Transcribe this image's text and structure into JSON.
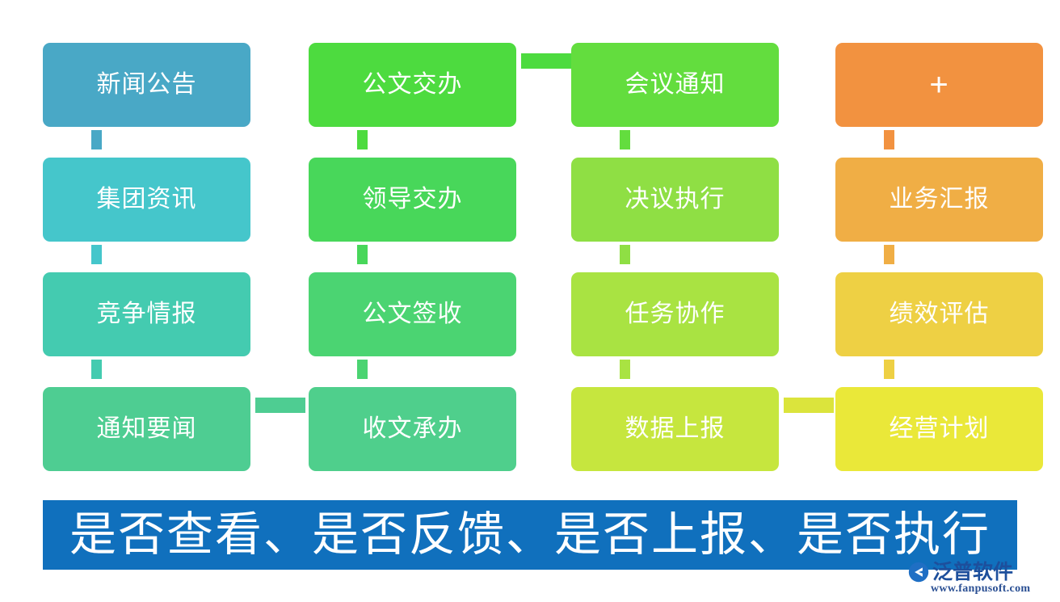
{
  "diagram": {
    "title_banner": {
      "text": "是否查看、是否反馈、是否上报、是否执行",
      "background": "#1070bd",
      "text_color": "#ffffff"
    },
    "grid": {
      "rows": 4,
      "columns": 4
    },
    "columns": [
      {
        "name": "news-column",
        "cards": [
          {
            "label": "新闻公告",
            "color": "#49a8c6"
          },
          {
            "label": "集团资讯",
            "color": "#45c6cb"
          },
          {
            "label": "竞争情报",
            "color": "#44cbb0"
          },
          {
            "label": "通知要闻",
            "color": "#4ecd92"
          }
        ]
      },
      {
        "name": "document-column",
        "cards": [
          {
            "label": "公文交办",
            "color": "#4ddb3f"
          },
          {
            "label": "领导交办",
            "color": "#48d75a"
          },
          {
            "label": "公文签收",
            "color": "#4bd472"
          },
          {
            "label": "收文承办",
            "color": "#4fcf8c"
          }
        ]
      },
      {
        "name": "meeting-column",
        "cards": [
          {
            "label": "会议通知",
            "color": "#63dd3e"
          },
          {
            "label": "决议执行",
            "color": "#8fdf44"
          },
          {
            "label": "任务协作",
            "color": "#a9e342"
          },
          {
            "label": "数据上报",
            "color": "#c6e63e"
          }
        ]
      },
      {
        "name": "management-column",
        "cards": [
          {
            "label": "+",
            "color": "#f29240",
            "is_add_button": true
          },
          {
            "label": "业务汇报",
            "color": "#f0ae45"
          },
          {
            "label": "绩效评估",
            "color": "#eed044"
          },
          {
            "label": "经营计划",
            "color": "#eae839"
          }
        ]
      }
    ],
    "connectors": {
      "vertical": [
        {
          "from": "新闻公告",
          "to": "集团资讯",
          "color": "#49a8c6"
        },
        {
          "from": "集团资讯",
          "to": "竞争情报",
          "color": "#45c6cb"
        },
        {
          "from": "竞争情报",
          "to": "通知要闻",
          "color": "#44cbb0"
        },
        {
          "from": "公文交办",
          "to": "领导交办",
          "color": "#4ddb3f"
        },
        {
          "from": "领导交办",
          "to": "公文签收",
          "color": "#48d75a"
        },
        {
          "from": "公文签收",
          "to": "收文承办",
          "color": "#4bd472"
        },
        {
          "from": "会议通知",
          "to": "决议执行",
          "color": "#63dd3e"
        },
        {
          "from": "决议执行",
          "to": "任务协作",
          "color": "#8fdf44"
        },
        {
          "from": "任务协作",
          "to": "数据上报",
          "color": "#a9e342"
        },
        {
          "from": "+",
          "to": "业务汇报",
          "color": "#f29240"
        },
        {
          "from": "业务汇报",
          "to": "绩效评估",
          "color": "#f0ae45"
        },
        {
          "from": "绩效评估",
          "to": "经营计划",
          "color": "#eed044"
        }
      ],
      "horizontal": [
        {
          "from": "公文交办",
          "to": "会议通知",
          "color": "#4ddb3f"
        },
        {
          "from": "通知要闻",
          "to": "收文承办",
          "color": "#4ecd92"
        },
        {
          "from": "数据上报",
          "to": "经营计划",
          "color": "#dbe43c"
        }
      ]
    }
  },
  "watermark": {
    "brand": "泛普软件",
    "url": "www.fanpusoft.com",
    "brand_color": "#1d4f9c"
  }
}
